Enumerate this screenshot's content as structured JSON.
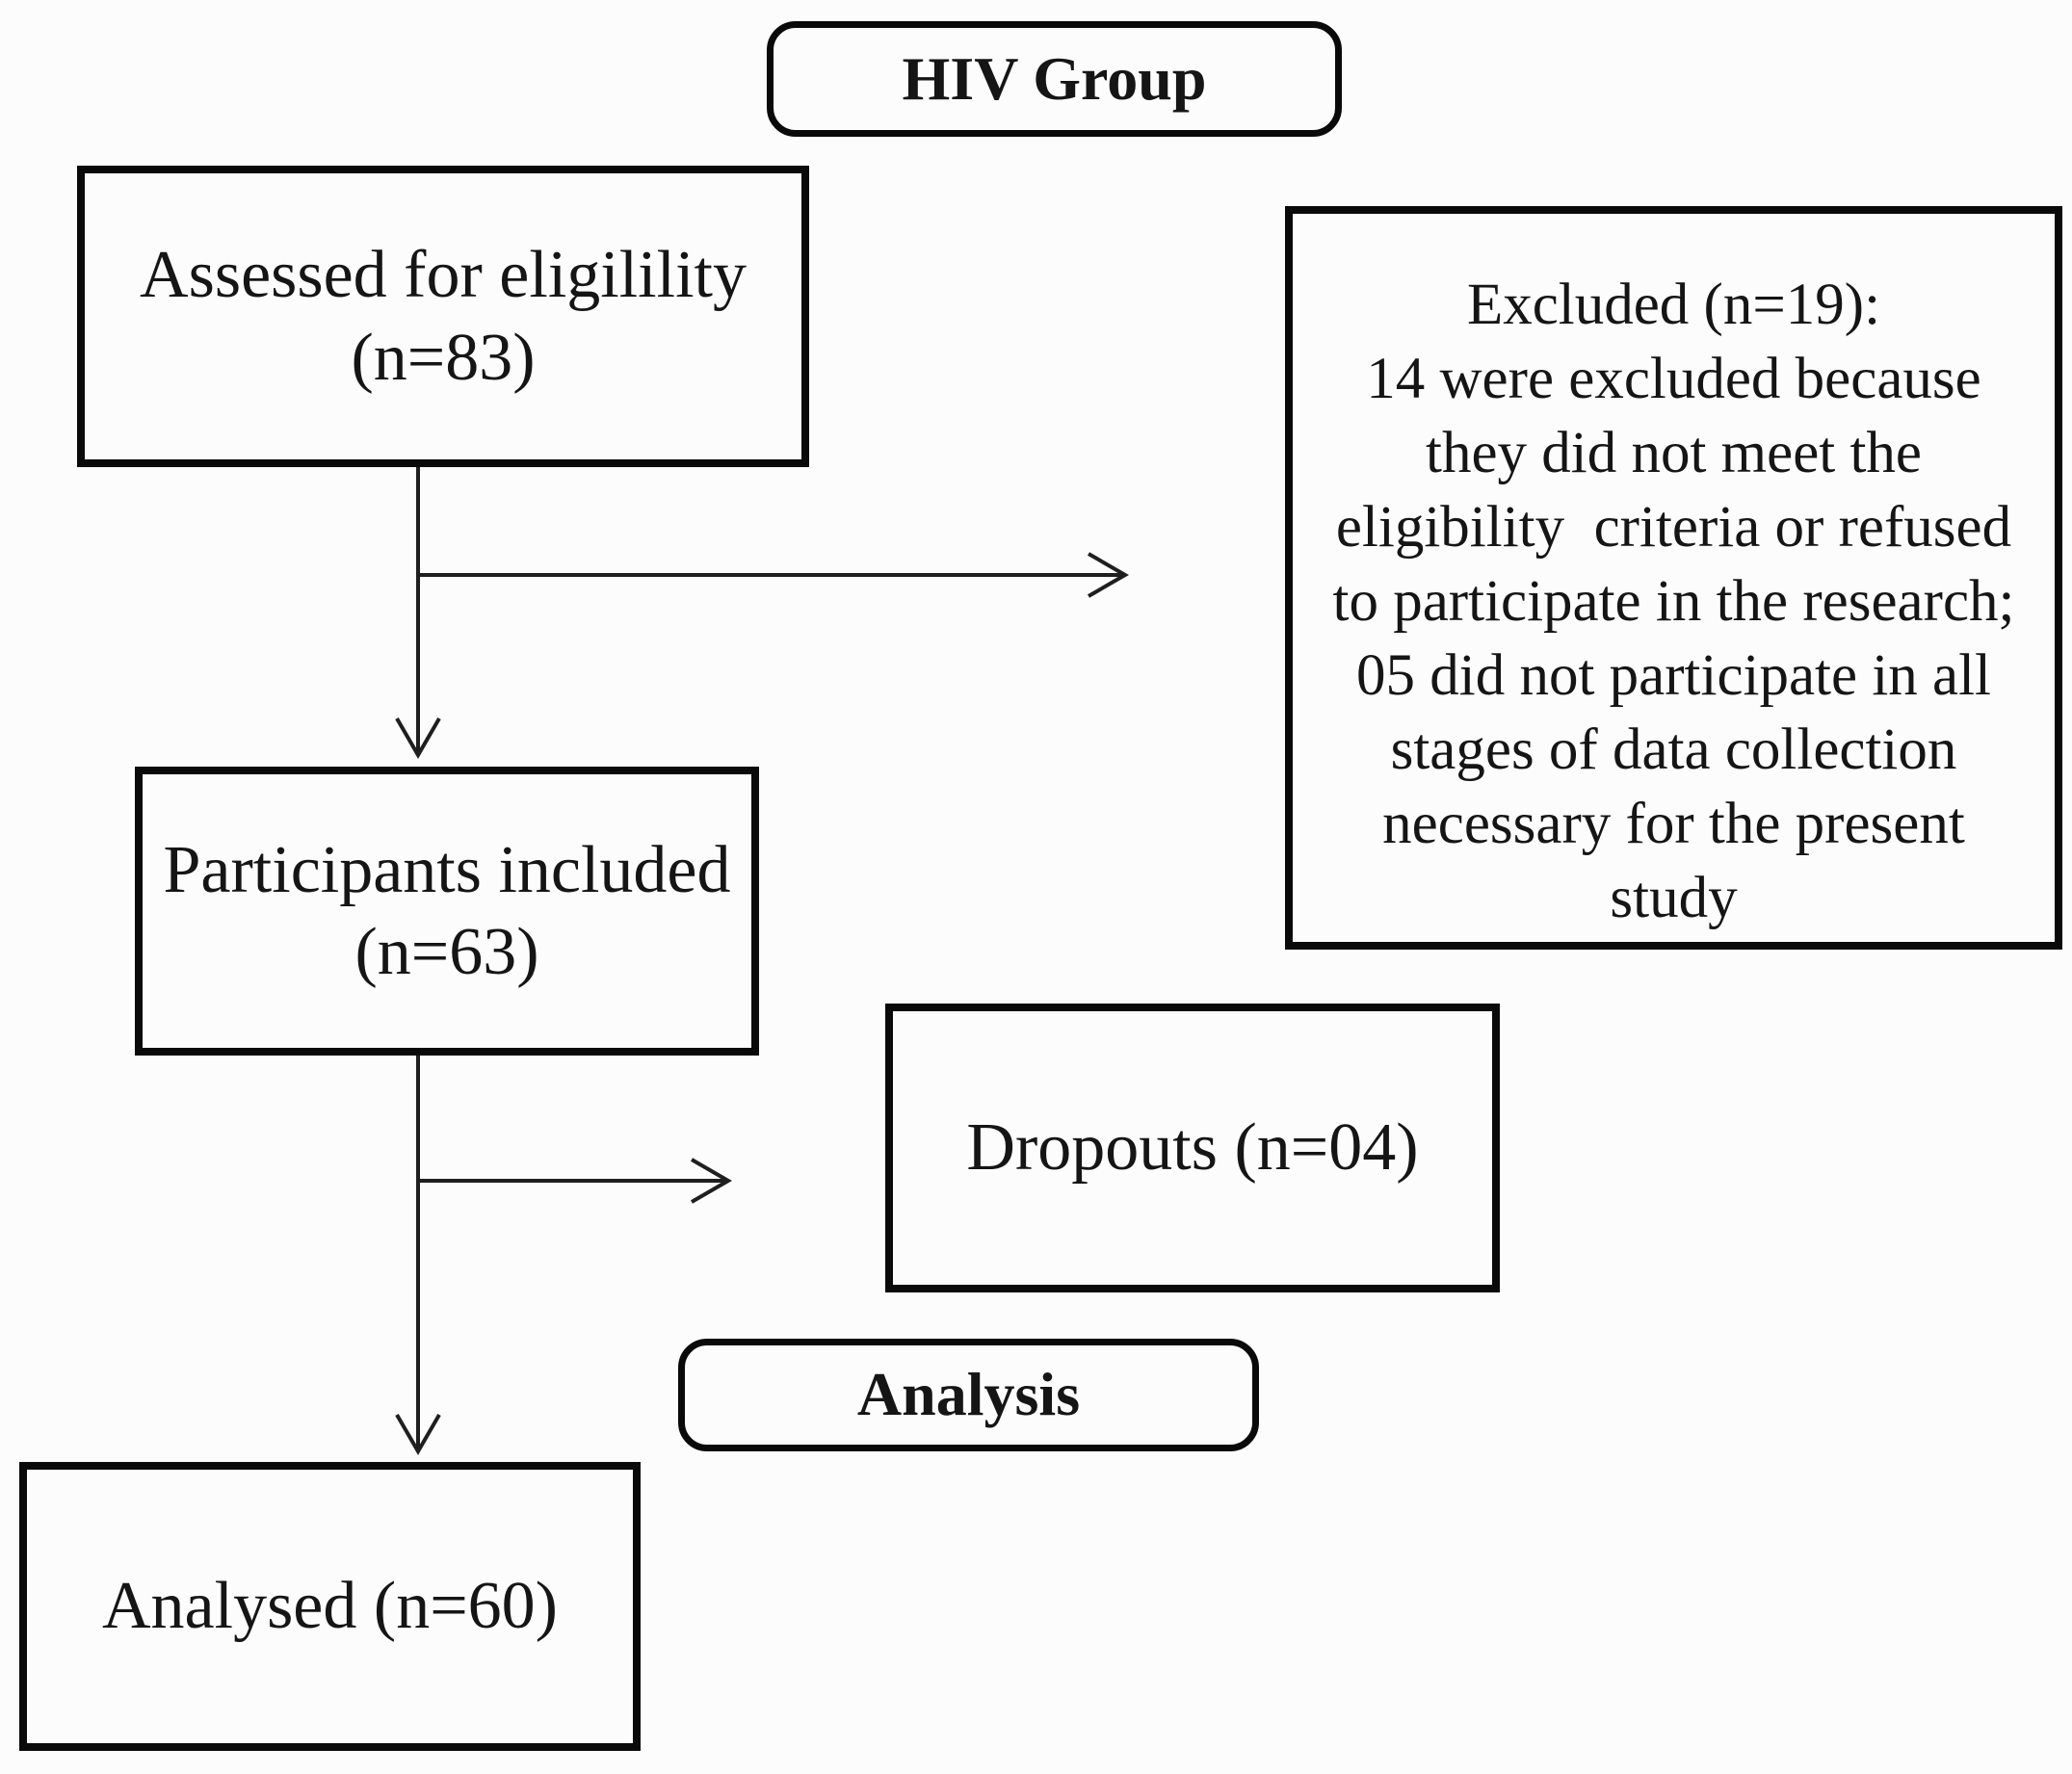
{
  "diagram": {
    "type": "flowchart",
    "colors": {
      "background": "#fcfcfc",
      "box_border": "#0a0a0a",
      "text": "#151515",
      "arrow": "#1f1f1f"
    },
    "header": {
      "label": "HIV Group"
    },
    "section_label": {
      "label": "Analysis"
    },
    "boxes": {
      "assessed": {
        "title": "Assessed for eligilility",
        "count": "(n=83)"
      },
      "excluded": {
        "lines": [
          "Excluded (n=19):",
          "14 were excluded because",
          "they did not meet the",
          "eligibility  criteria or refused",
          "to participate in the research;",
          "05 did not participate in all",
          "stages of data collection",
          "necessary for the present",
          "study"
        ]
      },
      "participants": {
        "title": "Participants included",
        "count": "(n=63)"
      },
      "dropouts": {
        "label": "Dropouts (n=04)"
      },
      "analysed": {
        "label": "Analysed (n=60)"
      }
    },
    "arrows": [
      {
        "name": "assessed-to-participants",
        "from": "assessed",
        "to": "participants",
        "style": "down"
      },
      {
        "name": "assessed-to-excluded",
        "from": "assessed",
        "to": "excluded",
        "style": "right-branch"
      },
      {
        "name": "participants-to-analysed",
        "from": "participants",
        "to": "analysed",
        "style": "down"
      },
      {
        "name": "participants-to-dropouts",
        "from": "participants",
        "to": "dropouts",
        "style": "right-branch"
      }
    ]
  }
}
